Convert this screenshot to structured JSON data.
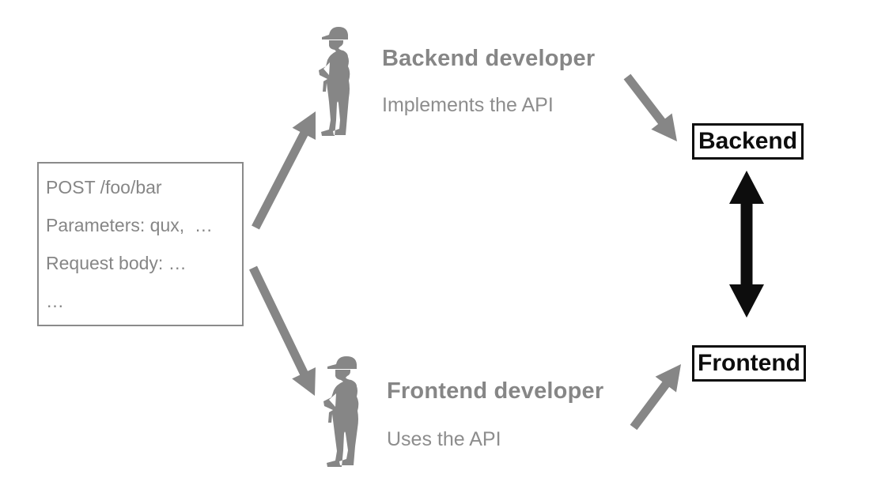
{
  "diagram": {
    "request_box": {
      "lines": [
        "POST /foo/bar",
        "Parameters: qux,  …",
        "Request body: …",
        "…"
      ]
    },
    "backend_developer": {
      "name": "Backend developer",
      "role": "Implements the API",
      "icon": "construction-worker-silhouette-icon"
    },
    "frontend_developer": {
      "name": "Frontend developer",
      "role": "Uses the API",
      "icon": "construction-worker-silhouette-icon"
    },
    "nodes": {
      "backend": "Backend",
      "frontend": "Frontend"
    },
    "edges": [
      {
        "from": "api-request-box",
        "to": "backend-developer",
        "style": "gray-arrow",
        "bidirectional": false
      },
      {
        "from": "api-request-box",
        "to": "frontend-developer",
        "style": "gray-arrow",
        "bidirectional": false
      },
      {
        "from": "backend-developer",
        "to": "backend-node",
        "style": "gray-arrow",
        "bidirectional": false
      },
      {
        "from": "frontend-developer",
        "to": "frontend-node",
        "style": "gray-arrow",
        "bidirectional": false
      },
      {
        "from": "backend-node",
        "to": "frontend-node",
        "style": "black-double-arrow",
        "bidirectional": true
      }
    ],
    "colors": {
      "gray": "#868686",
      "black": "#0d0d0d",
      "background": "#ffffff"
    }
  }
}
